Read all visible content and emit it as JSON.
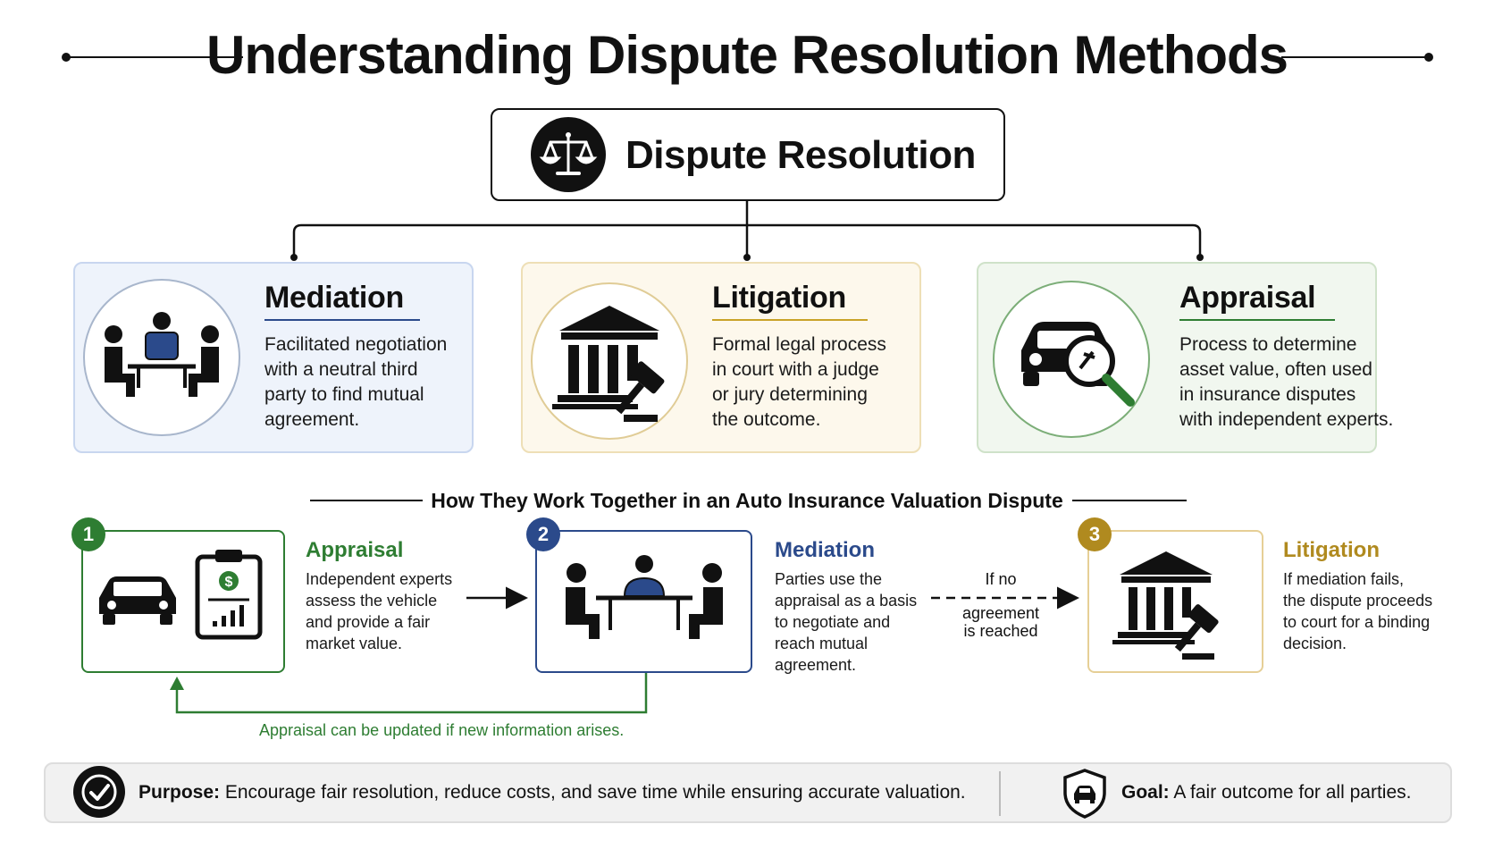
{
  "title": "Understanding Dispute Resolution Methods",
  "root": {
    "label": "Dispute Resolution",
    "icon": "scales-of-justice-icon"
  },
  "methods": [
    {
      "title": "Mediation",
      "icon": "mediation-meeting-icon",
      "color": "#2b4a8b",
      "lines": [
        "Facilitated negotiation",
        "with a neutral third",
        "party to find mutual",
        "agreement."
      ]
    },
    {
      "title": "Litigation",
      "icon": "courthouse-gavel-icon",
      "color": "#c9a227",
      "lines": [
        "Formal legal process",
        "in court with a judge",
        "or jury determining",
        "the outcome."
      ]
    },
    {
      "title": "Appraisal",
      "icon": "car-magnifier-icon",
      "color": "#2e7d32",
      "lines": [
        "Process to determine",
        "asset value, often used",
        "in insurance disputes",
        "with independent experts."
      ]
    }
  ],
  "subtitle": "How They Work Together in an Auto Insurance Valuation Dispute",
  "steps": [
    {
      "number": "1",
      "title": "Appraisal",
      "color": "#2e7d32",
      "icon": "car-clipboard-icon",
      "lines": [
        "Independent experts",
        "assess the vehicle",
        "and provide a fair",
        "market value."
      ]
    },
    {
      "number": "2",
      "title": "Mediation",
      "color": "#2b4a8b",
      "icon": "mediation-meeting-icon",
      "lines": [
        "Parties use the",
        "appraisal as a basis",
        "to negotiate and",
        "reach mutual",
        "agreement."
      ]
    },
    {
      "number": "3",
      "title": "Litigation",
      "color": "#b08a1f",
      "icon": "courthouse-gavel-icon",
      "lines": [
        "If mediation fails,",
        "the dispute proceeds",
        "to court for a binding",
        "decision."
      ]
    }
  ],
  "no_agreement": [
    "If no",
    "agreement",
    "is reached"
  ],
  "feedback": "Appraisal can be updated if new information arises.",
  "footer": {
    "purpose_label": "Purpose:",
    "purpose_text": " Encourage fair resolution, reduce costs, and save time while ensuring accurate valuation.",
    "goal_label": "Goal:",
    "goal_text": " A fair outcome for all parties.",
    "purpose_icon": "checkmark-icon",
    "goal_icon": "shield-car-icon"
  }
}
